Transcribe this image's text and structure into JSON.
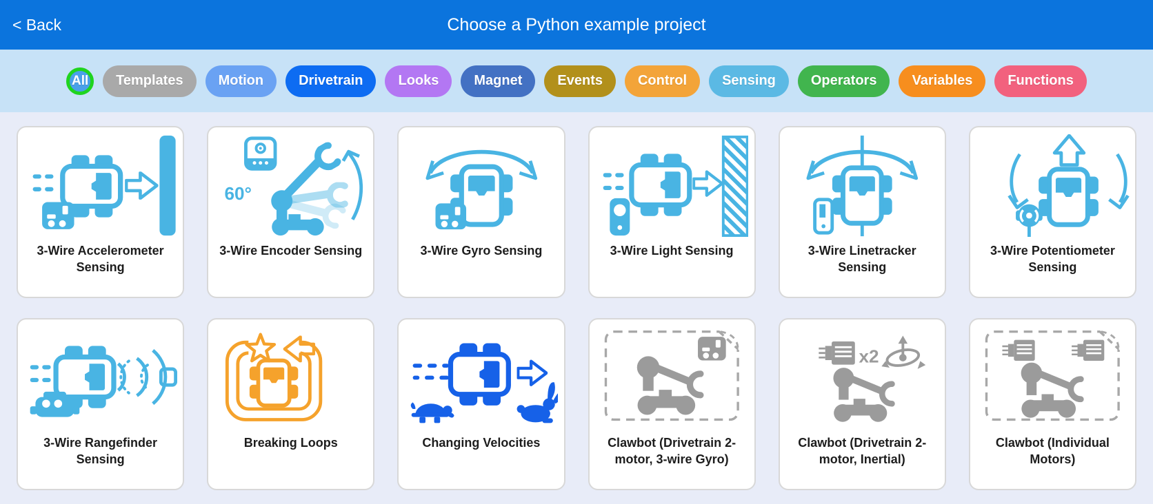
{
  "colors": {
    "header_bg": "#0b74dd",
    "filter_bar_bg": "#c7e2f7",
    "page_bg": "#e8ecf8",
    "card_border": "#d8d8d8",
    "card_label": "#1d1d1d",
    "icon_lightblue": "#49b4e3",
    "icon_orange": "#f5a22c",
    "icon_blue": "#1661e8",
    "icon_gray": "#9b9b9b"
  },
  "header": {
    "back_label": "< Back",
    "title": "Choose a Python example project"
  },
  "filters": {
    "items": [
      {
        "id": "all",
        "label": "All",
        "color": "#4aa0e9",
        "ring": "#1fd41f",
        "selected": true
      },
      {
        "id": "templates",
        "label": "Templates",
        "color": "#a9a9a9"
      },
      {
        "id": "motion",
        "label": "Motion",
        "color": "#6aa2f3"
      },
      {
        "id": "drivetrain",
        "label": "Drivetrain",
        "color": "#0d6cf2"
      },
      {
        "id": "looks",
        "label": "Looks",
        "color": "#b377f3"
      },
      {
        "id": "magnet",
        "label": "Magnet",
        "color": "#4371c3"
      },
      {
        "id": "events",
        "label": "Events",
        "color": "#b2901b"
      },
      {
        "id": "control",
        "label": "Control",
        "color": "#f3a439"
      },
      {
        "id": "sensing",
        "label": "Sensing",
        "color": "#5bb9e4"
      },
      {
        "id": "operators",
        "label": "Operators",
        "color": "#41b54e"
      },
      {
        "id": "variables",
        "label": "Variables",
        "color": "#f78e1e"
      },
      {
        "id": "functions",
        "label": "Functions",
        "color": "#f2617e"
      }
    ]
  },
  "grid": {
    "cards": [
      {
        "label": "3-Wire Accelerometer Sensing",
        "icon": "accelerometer-sensing-icon"
      },
      {
        "label": "3-Wire Encoder Sensing",
        "icon": "encoder-sensing-icon",
        "badge": "60°"
      },
      {
        "label": "3-Wire Gyro Sensing",
        "icon": "gyro-sensing-icon"
      },
      {
        "label": "3-Wire Light Sensing",
        "icon": "light-sensing-icon"
      },
      {
        "label": "3-Wire Linetracker Sensing",
        "icon": "linetracker-sensing-icon"
      },
      {
        "label": "3-Wire Potentiometer Sensing",
        "icon": "potentiometer-sensing-icon"
      },
      {
        "label": "3-Wire Rangefinder Sensing",
        "icon": "rangefinder-sensing-icon"
      },
      {
        "label": "Breaking Loops",
        "icon": "breaking-loops-icon"
      },
      {
        "label": "Changing Velocities",
        "icon": "changing-velocities-icon"
      },
      {
        "label": "Clawbot (Drivetrain 2-motor, 3-wire Gyro)",
        "icon": "clawbot-gyro-icon"
      },
      {
        "label": "Clawbot (Drivetrain 2-motor, Inertial)",
        "icon": "clawbot-inertial-icon",
        "badge": "x2"
      },
      {
        "label": "Clawbot (Individual Motors)",
        "icon": "clawbot-individual-motors-icon"
      }
    ]
  }
}
